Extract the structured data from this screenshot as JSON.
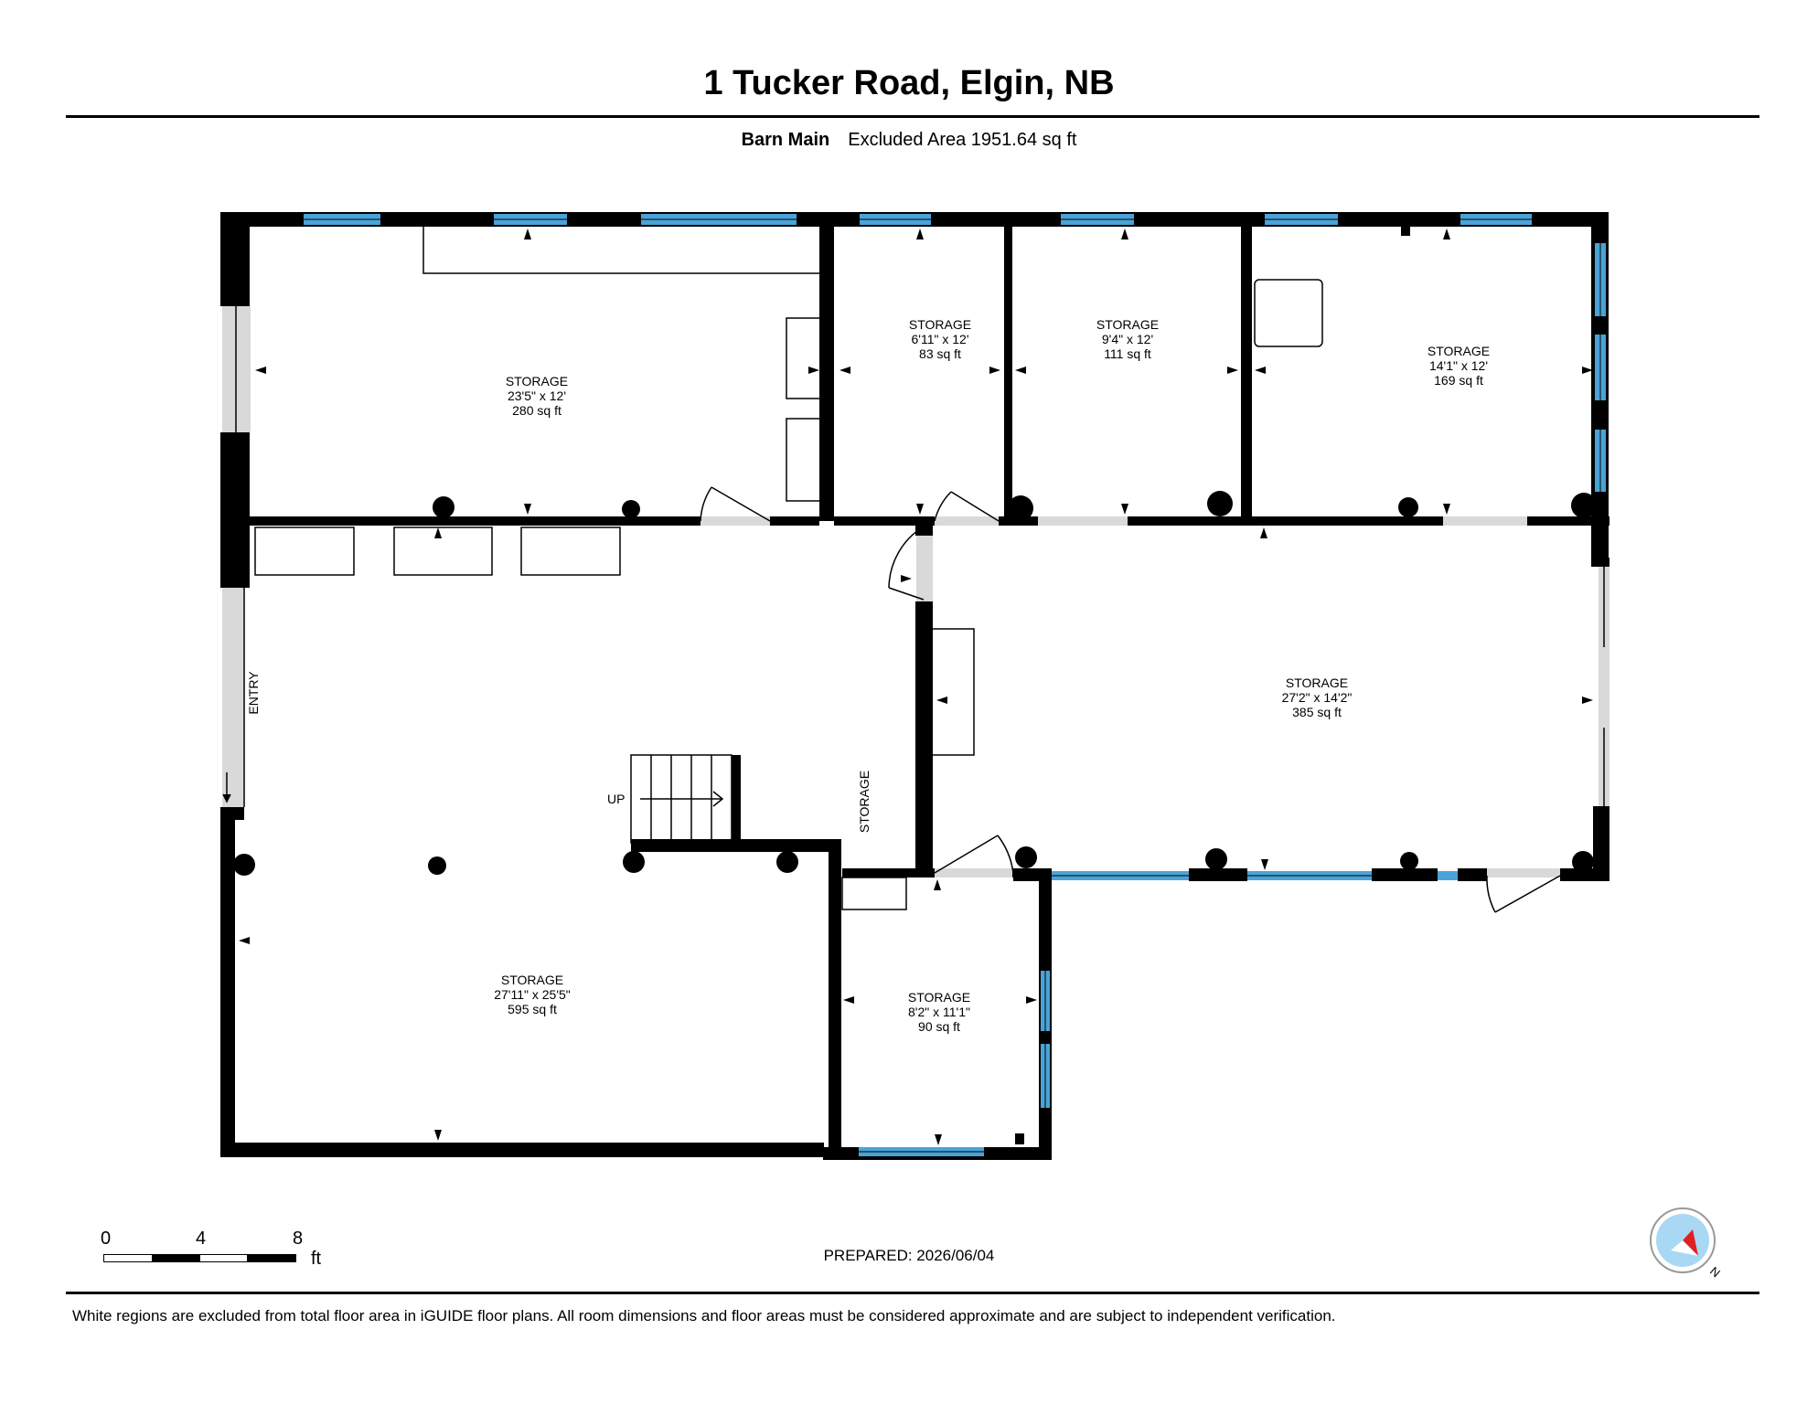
{
  "header": {
    "title": "1 Tucker Road, Elgin, NB",
    "floor_name": "Barn Main",
    "area_text": "Excluded Area 1951.64 sq ft"
  },
  "rooms": [
    {
      "name": "STORAGE",
      "dims": "23'5\" x 12'",
      "area": "280 sq ft"
    },
    {
      "name": "STORAGE",
      "dims": "6'11\" x 12'",
      "area": "83 sq ft"
    },
    {
      "name": "STORAGE",
      "dims": "9'4\" x 12'",
      "area": "111 sq ft"
    },
    {
      "name": "STORAGE",
      "dims": "14'1\" x 12'",
      "area": "169 sq ft"
    },
    {
      "name": "STORAGE",
      "dims": "27'2\" x 14'2\"",
      "area": "385 sq ft"
    },
    {
      "name": "STORAGE",
      "dims": "27'11\" x 25'5\"",
      "area": "595 sq ft"
    },
    {
      "name": "STORAGE",
      "dims": "8'2\" x 11'1\"",
      "area": "90 sq ft"
    }
  ],
  "labels": {
    "entry": "ENTRY",
    "up": "UP",
    "storage_vertical": "STORAGE"
  },
  "scale": {
    "ticks": [
      "0",
      "4",
      "8"
    ],
    "unit": "ft"
  },
  "compass": {
    "label": "N"
  },
  "footer": {
    "prepared": "PREPARED: 2026/06/04",
    "disclaimer": "White regions are excluded from total floor area in iGUIDE floor plans. All room dimensions and floor areas must be considered approximate and are subject to independent verification."
  },
  "colors": {
    "wall": "#000000",
    "window": "#4aa3d8",
    "opening": "#d9d9d9",
    "compass_fill": "#a9d8f5",
    "compass_needle": "#e02020"
  }
}
